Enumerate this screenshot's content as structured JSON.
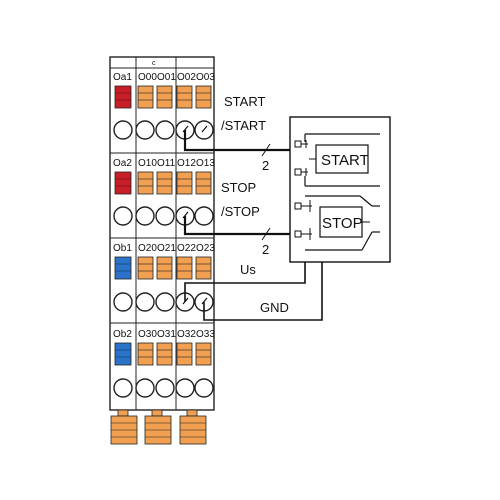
{
  "colors": {
    "red_led": "#c81e28",
    "blue_led": "#2a73c8",
    "orange_terminal": "#f0a050",
    "frame": "#222222",
    "module_fill": "#ffffff"
  },
  "module": {
    "header_mark": "c",
    "rows": [
      {
        "status_label": "Oa1",
        "status_color": "red",
        "terminals": [
          "O00",
          "O01",
          "O02",
          "O03"
        ]
      },
      {
        "status_label": "Oa2",
        "status_color": "red",
        "terminals": [
          "O10",
          "O11",
          "O12",
          "O13"
        ]
      },
      {
        "status_label": "Ob1",
        "status_color": "blue",
        "terminals": [
          "O20",
          "O21",
          "O22",
          "O23"
        ]
      },
      {
        "status_label": "Ob2",
        "status_color": "blue",
        "terminals": [
          "O30",
          "O31",
          "O32",
          "O33"
        ]
      }
    ]
  },
  "signals": {
    "start_line1": "START",
    "start_line2": "/START",
    "start_wire_count": "2",
    "stop_line1": "STOP",
    "stop_line2": "/STOP",
    "stop_wire_count": "2",
    "us": "Us",
    "gnd": "GND"
  },
  "buttons": {
    "start_label": "START",
    "stop_label": "STOP"
  }
}
